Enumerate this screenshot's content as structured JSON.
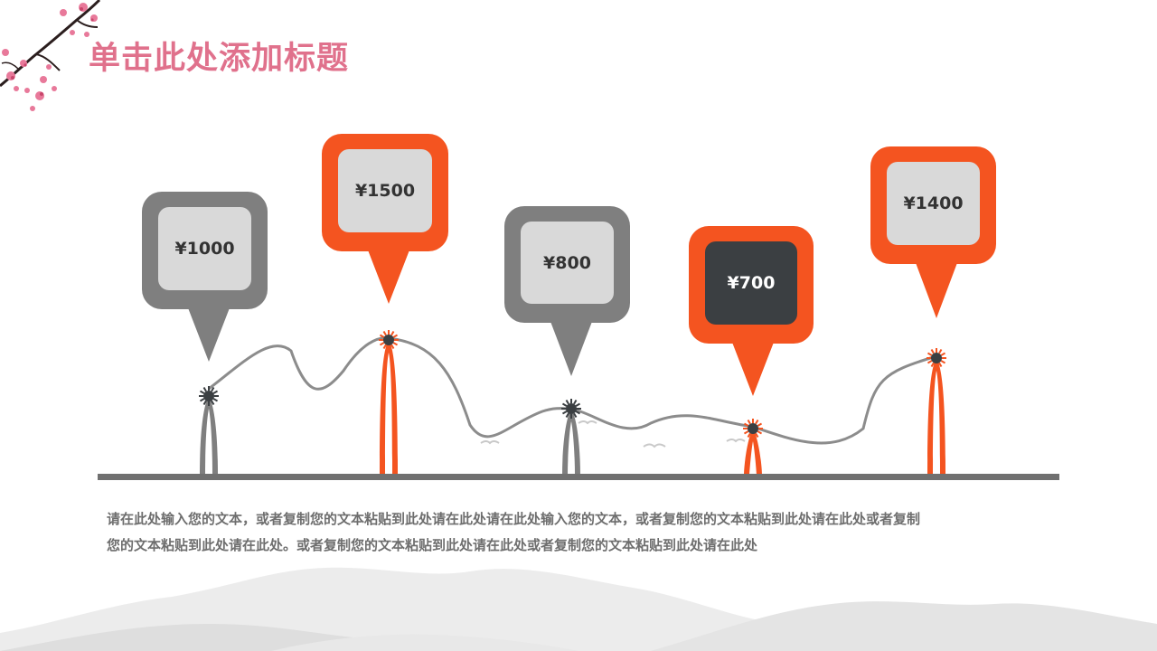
{
  "title": "单击此处添加标题",
  "colors": {
    "title": "#e0718c",
    "orange": "#f45420",
    "gray": "#7f7f7f",
    "light_box": "#d9d9d9",
    "dark_box": "#3b3f42",
    "baseline": "#707070",
    "text": "#6e6e6e"
  },
  "pins": [
    {
      "label": "¥1000",
      "value": 1000,
      "style": "gray"
    },
    {
      "label": "¥1500",
      "value": 1500,
      "style": "orange"
    },
    {
      "label": "¥800",
      "value": 800,
      "style": "gray"
    },
    {
      "label": "¥700",
      "value": 700,
      "style": "orange-dark"
    },
    {
      "label": "¥1400",
      "value": 1400,
      "style": "orange"
    }
  ],
  "body_lines": [
    "请在此处输入您的文本，或者复制您的文本粘贴到此处请在此处请在此处输入您的文本，或者复制您的文本粘贴到此处请在此处或者复制",
    "您的文本粘贴到此处请在此处。或者复制您的文本粘贴到此处请在此处或者复制您的文本粘贴到此处请在此处"
  ],
  "icons": [
    "plum-blossom-branch",
    "ink-mountains",
    "sun-burst-icon",
    "bird-icon"
  ]
}
